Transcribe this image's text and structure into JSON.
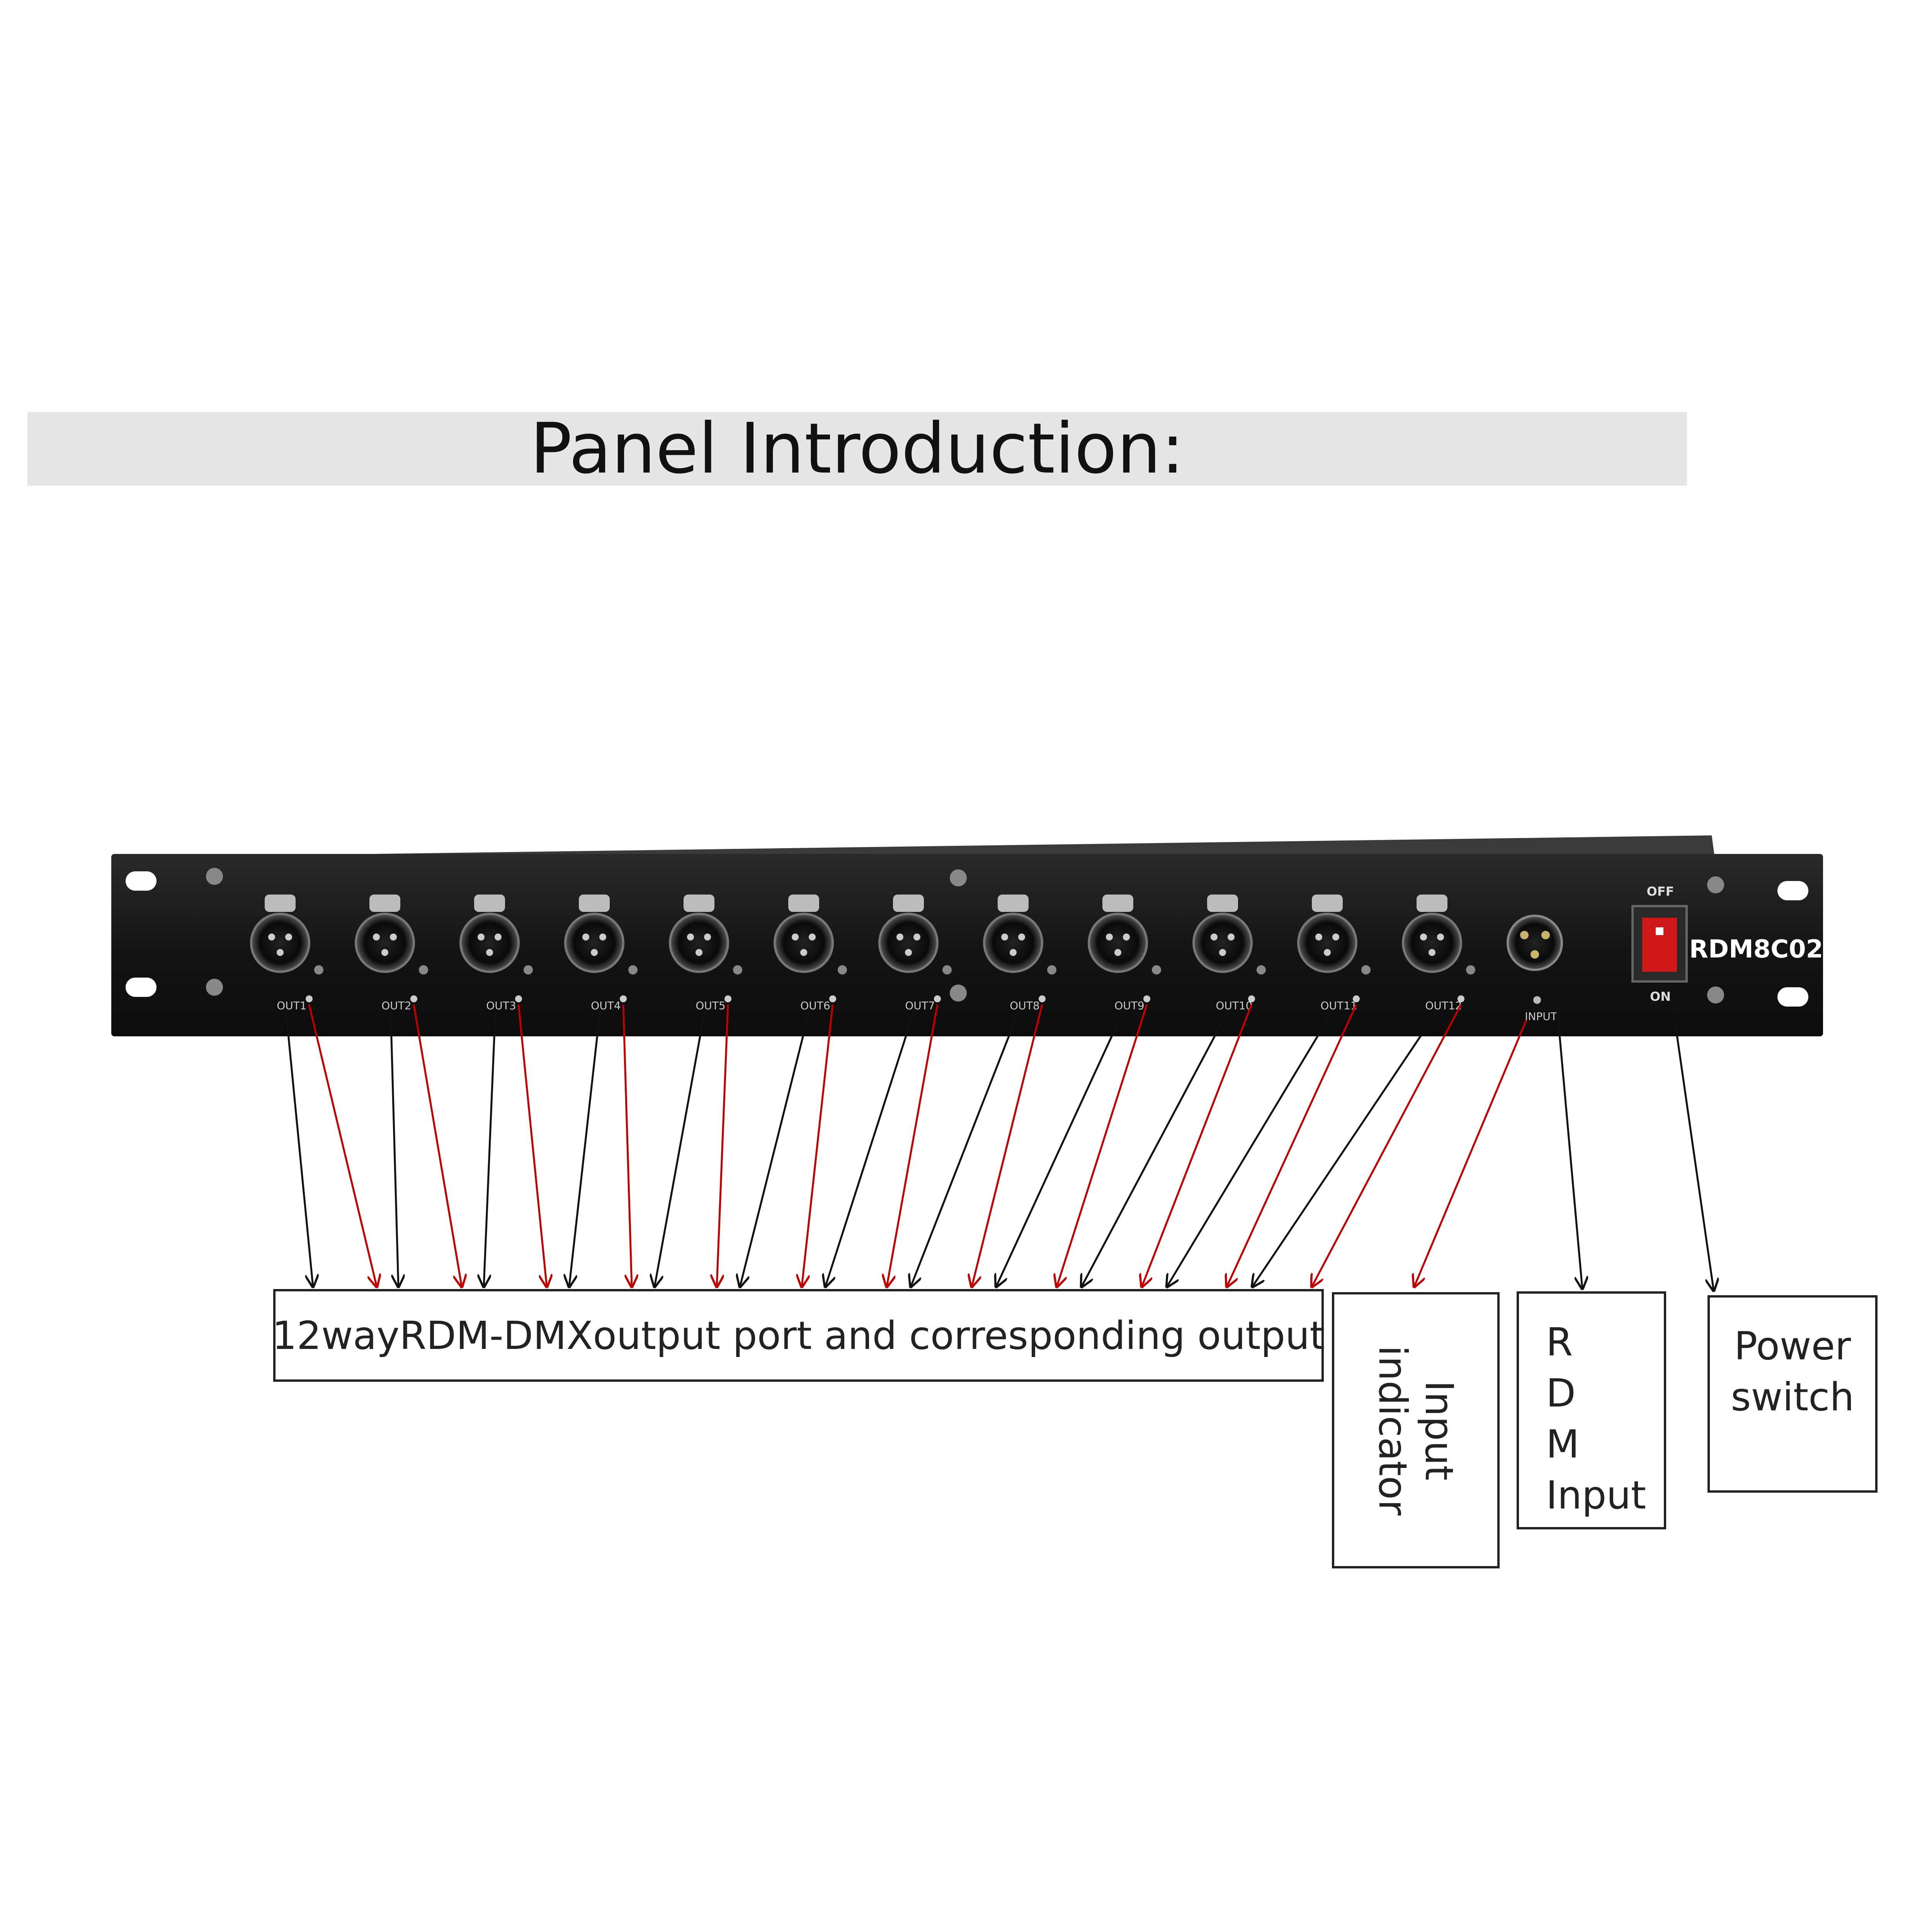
{
  "title": "Panel Introduction:",
  "device": {
    "model": "RDM8C02",
    "switch_off_label": "OFF",
    "switch_on_label": "ON",
    "input_port_label": "INPUT",
    "output_port_labels": [
      "OUT1",
      "OUT2",
      "OUT3",
      "OUT4",
      "OUT5",
      "OUT6",
      "OUT7",
      "OUT8",
      "OUT9",
      "OUT10",
      "OUT11",
      "OUT12"
    ]
  },
  "callouts": {
    "outputs": "12wayRDM-DMXoutput port and corresponding output",
    "input_indicator": [
      "Input",
      "indicator"
    ],
    "rdm_input": [
      "R",
      "D",
      "M",
      "Input"
    ],
    "power_switch": [
      "Power",
      "switch"
    ]
  },
  "colors": {
    "port_arrow": "#111111",
    "indicator_arrow": "#c00000",
    "panel": "#1a1a1a",
    "title_bar": "#e6e6e6",
    "switch_red": "#d01818"
  }
}
